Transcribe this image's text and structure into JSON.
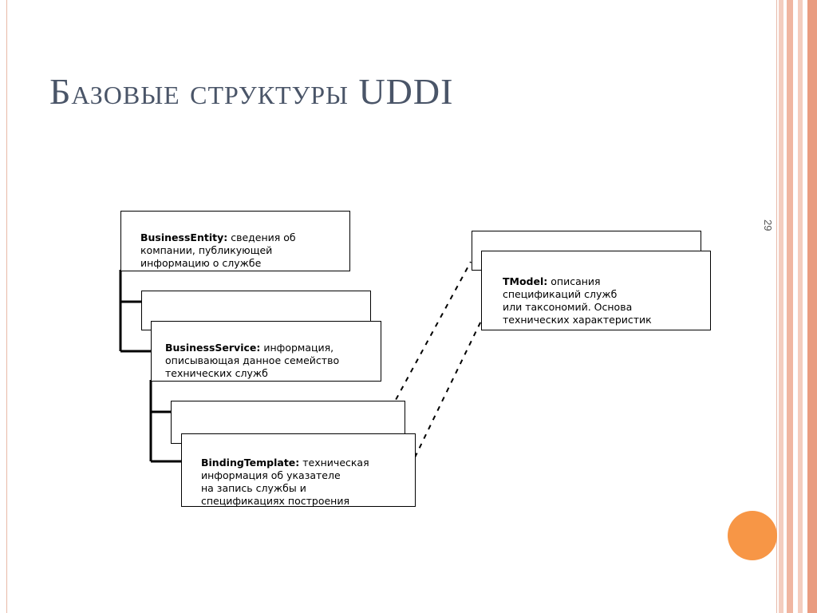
{
  "slide": {
    "title": "Базовые структуры UDDI",
    "page_number": "29"
  },
  "colors": {
    "title": "#4a5568",
    "frame": "#e8b9a8",
    "stripes": [
      "#f4cdbf",
      "#f0b6a1",
      "#e99c81"
    ],
    "dot": "#f79646"
  },
  "diagram": {
    "business_entity": {
      "name": "BusinessEntity:",
      "text": "сведения об\nкомпании, публикующей\nинформацию о службе"
    },
    "business_service": {
      "name": "BusinessService:",
      "text": "информация,\nописывающая данное семейство\nтехнических служб"
    },
    "binding_template": {
      "name": "BindingTemplate:",
      "text": "техническая\nинформация об указателе\nна запись службы и\nспецификациях построения"
    },
    "tmodel": {
      "name": "TModel:",
      "text": "описания\nспецификаций служб\nили таксономий. Основа\nтехнических характеристик"
    }
  }
}
